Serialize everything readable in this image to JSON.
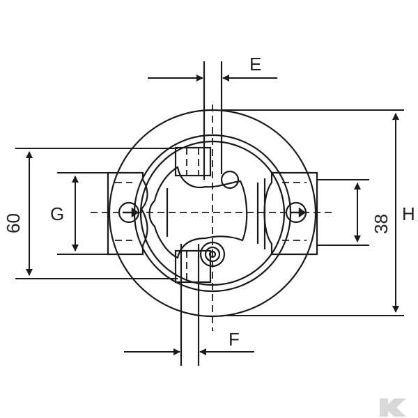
{
  "labels": {
    "e": "E",
    "f": "F",
    "g": "G",
    "h": "H",
    "dim_60": "60",
    "dim_38": "38"
  },
  "watermark": {
    "text": "K"
  },
  "colors": {
    "line": "#1a1a1a",
    "watermark": "#d8d8d8",
    "background": "#ffffff"
  }
}
